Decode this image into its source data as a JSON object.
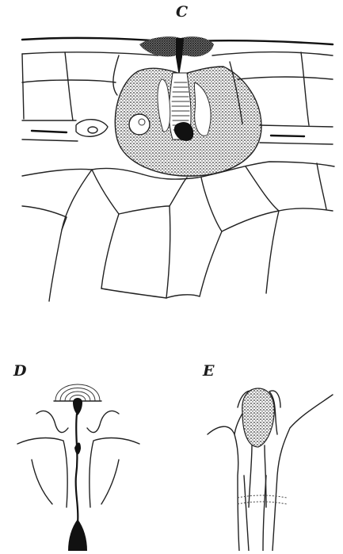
{
  "figure": {
    "panels": [
      {
        "id": "C",
        "label": "C"
      },
      {
        "id": "D",
        "label": "D"
      },
      {
        "id": "E",
        "label": "E"
      }
    ],
    "colors": {
      "ink": "#1a1a1a",
      "paper": "#ffffff",
      "stipple": "#3a3a3a"
    }
  }
}
